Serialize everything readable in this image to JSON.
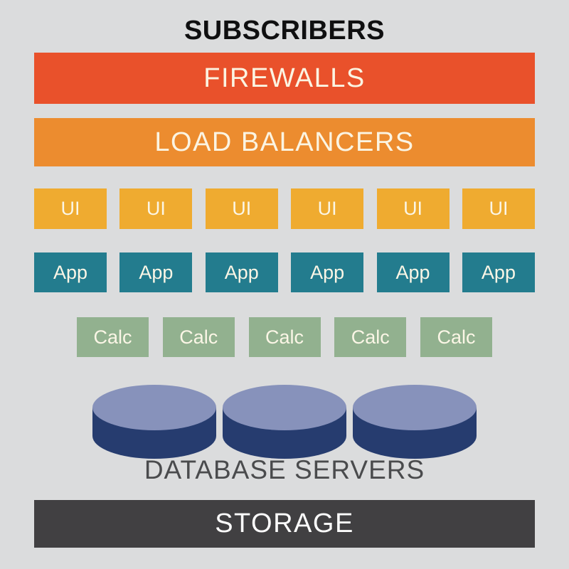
{
  "diagram": {
    "title": "SUBSCRIBERS",
    "firewalls_label": "FIREWALLS",
    "load_balancers_label": "LOAD BALANCERS",
    "ui_nodes": [
      "UI",
      "UI",
      "UI",
      "UI",
      "UI",
      "UI"
    ],
    "app_nodes": [
      "App",
      "App",
      "App",
      "App",
      "App",
      "App"
    ],
    "calc_nodes": [
      "Calc",
      "Calc",
      "Calc",
      "Calc",
      "Calc"
    ],
    "database_label": "DATABASE SERVERS",
    "database_cylinder_count": 3,
    "storage_label": "STORAGE"
  },
  "colors": {
    "background": "#DBDCDD",
    "firewalls": "#E9512B",
    "load_balancers": "#EC8C2F",
    "ui_node": "#EFAB30",
    "app_node": "#237C8E",
    "calc_node": "#92B18F",
    "cylinder_body": "#263C6F",
    "cylinder_top": "#8792BB",
    "storage": "#414042",
    "storage_text": "#FCFCFC",
    "title_text": "#0F0F10",
    "database_label_text": "#4A4B4D",
    "bar_text": "#FBF4E2",
    "node_text": "#FBF6E6"
  }
}
